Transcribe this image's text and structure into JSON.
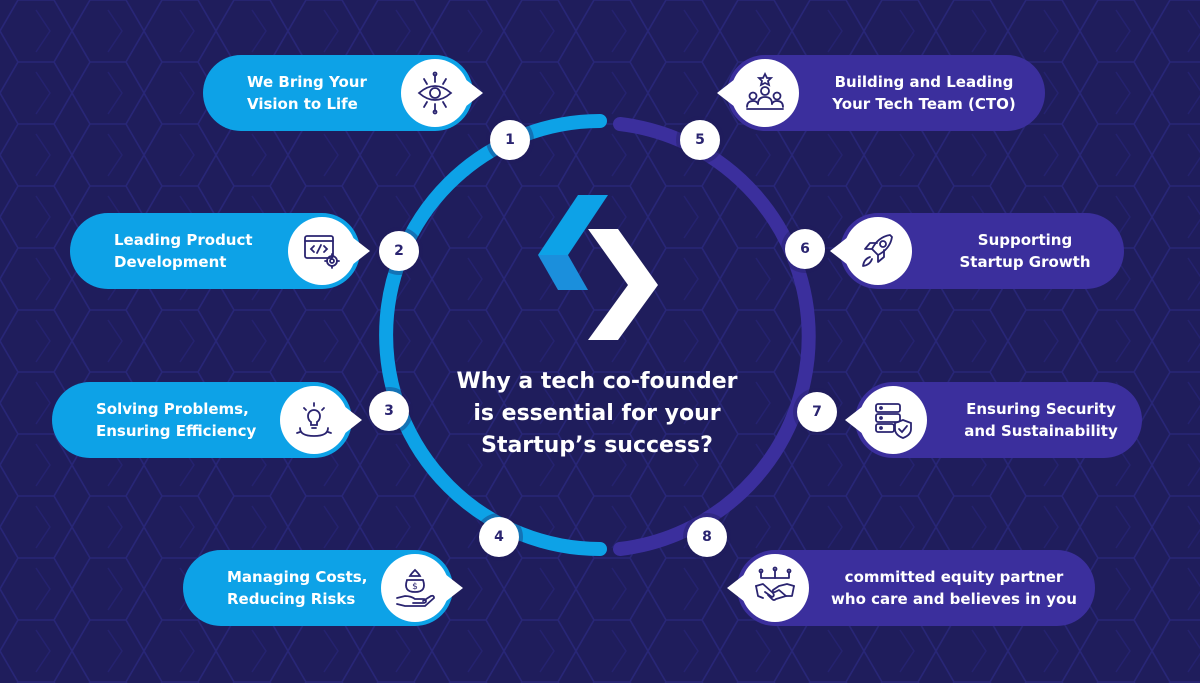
{
  "title": {
    "line1": "Why a tech co-founder",
    "line2": "is essential for your",
    "line3": "Startup’s success?"
  },
  "colors": {
    "background": "#1f1d5c",
    "left_accent": "#0da2e7",
    "right_accent": "#3b2f9d",
    "badge": "#ffffff"
  },
  "items": [
    {
      "number": "1",
      "line1": "We Bring Your",
      "line2": "Vision to Life",
      "icon": "eye-network-icon"
    },
    {
      "number": "2",
      "line1": "Leading Product",
      "line2": "Development",
      "icon": "code-gear-icon"
    },
    {
      "number": "3",
      "line1": "Solving Problems,",
      "line2": "Ensuring Efficiency",
      "icon": "lightbulb-gear-icon"
    },
    {
      "number": "4",
      "line1": "Managing Costs,",
      "line2": "Reducing Risks",
      "icon": "money-hand-icon"
    },
    {
      "number": "5",
      "line1": "Building and Leading",
      "line2": "Your Tech Team (CTO)",
      "icon": "team-leader-icon"
    },
    {
      "number": "6",
      "line1": "Supporting",
      "line2": "Startup Growth",
      "icon": "rocket-icon"
    },
    {
      "number": "7",
      "line1": "Ensuring Security",
      "line2": "and Sustainability",
      "icon": "server-shield-icon"
    },
    {
      "number": "8",
      "line1": "committed equity partner",
      "line2": "who care and believes in you",
      "icon": "handshake-icon"
    }
  ]
}
